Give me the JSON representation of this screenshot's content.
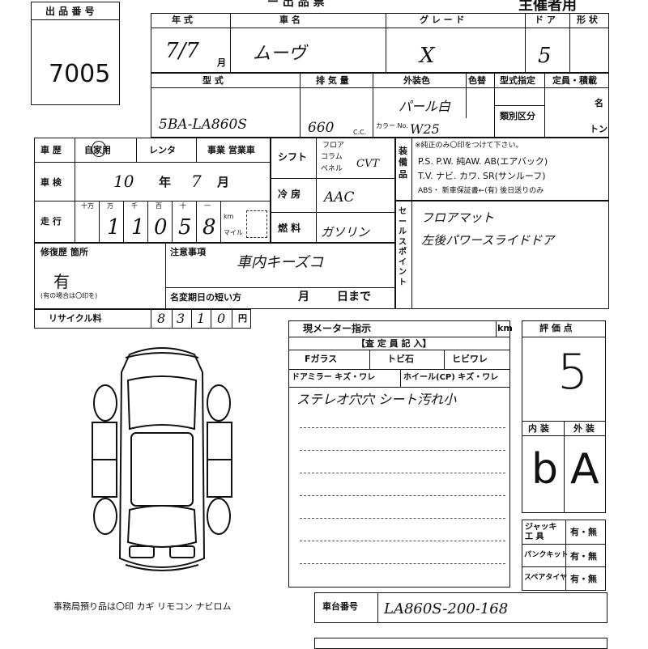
{
  "header": {
    "lot_label": "出 品 番 号",
    "lot_number": "7005",
    "top_fragment": "ー 出 品 票",
    "organizer_label": "主催者用"
  },
  "row1": {
    "year_label": "年 式",
    "year_value": "7/7",
    "year_unit": "月",
    "car_name_label": "車 名",
    "car_name_value": "ムーヴ",
    "grade_label": "グ レ ー ド",
    "grade_value": "X",
    "doors_label": "ド ア",
    "doors_value": "5",
    "shape_label": "形 状"
  },
  "row2": {
    "model_label": "型 式",
    "model_value": "5BA-LA860S",
    "displacement_label": "排 気 量",
    "displacement_value": "660",
    "cc_unit": "C.C.",
    "exterior_color_label": "外装色",
    "color_change_label": "色替",
    "exterior_color_value": "パール白",
    "color_code_label": "カラー No.",
    "color_code_value": "W25",
    "type_designation_label": "型式指定",
    "category_label": "類別区分",
    "capacity_label": "定員・積載",
    "capacity_unit_person": "名",
    "capacity_unit_ton": "トン"
  },
  "history": {
    "label": "車 歴",
    "options": "自家用",
    "rental": "レンタ",
    "business": "事業 営業車"
  },
  "inspection": {
    "label": "車 検",
    "value_year": "10",
    "year_unit": "年",
    "value_month": "7",
    "month_unit": "月"
  },
  "mileage": {
    "label": "走 行",
    "col_labels": [
      "十万",
      "万",
      "千",
      "百",
      "十",
      "一"
    ],
    "digits": [
      "1",
      "1",
      "0",
      "5",
      "8"
    ],
    "unit_km": "km",
    "unit_mile": "マイル"
  },
  "shift": {
    "label": "シフト",
    "options": [
      "フロア",
      "コラム",
      "ペネル"
    ],
    "value": "CVT"
  },
  "ac": {
    "label": "冷 房",
    "value": "AAC"
  },
  "fuel": {
    "label": "燃 料",
    "value": "ガソリン"
  },
  "equipment": {
    "side_label": "装備品",
    "note": "※純正のみ〇印をつけて下さい。",
    "line1": "P.S. P.W. 純AW. AB(エアバック)",
    "line2": "T.V. ナビ. カワ. SR(サンルーフ)",
    "line3": "ABS・ 新車保証書←(有) 後日送りのみ"
  },
  "sales_points": {
    "side_label": "セールスポイント",
    "line1": "フロアマット",
    "line2": "左後パワースライドドア"
  },
  "repair": {
    "label": "修復歴 箇所",
    "value": "有",
    "note": "(有の場合は〇印を)"
  },
  "caution": {
    "label": "注意事項",
    "value": "車内キーズコ",
    "name_change_label": "名変期日の短い方",
    "month_unit": "月",
    "day_unit": "日まで"
  },
  "recycle": {
    "label": "リサイクル料",
    "digits": [
      "8",
      "3",
      "1",
      "0"
    ],
    "unit": "円"
  },
  "meter": {
    "label": "現メーター指示",
    "unit": "km",
    "appraiser_label": "【査 定 員 記 入】",
    "glass_label": "Fガラス",
    "chip_label": "トビ石",
    "crack_label": "ヒビワレ",
    "mirror_label": "ドアミラー キズ・ワレ",
    "wheel_label": "ホイール(CP) キズ・ワレ",
    "note": "ステレオ穴穴 シート汚れ小"
  },
  "evaluation": {
    "label": "評 価 点",
    "score": "5",
    "interior_label": "内 装",
    "exterior_label": "外 装",
    "interior_value": "b",
    "exterior_value": "A"
  },
  "tools": {
    "jack_label": "ジャッキ 工 具",
    "puncture_label": "パンクキット",
    "spare_label": "スペアタイヤ",
    "choice": "有・無"
  },
  "bottom": {
    "office_note": "事務局預り品は〇印 カギ リモコン ナビロム",
    "chassis_label": "車台番号",
    "chassis_value": "LA860S-200-168"
  }
}
